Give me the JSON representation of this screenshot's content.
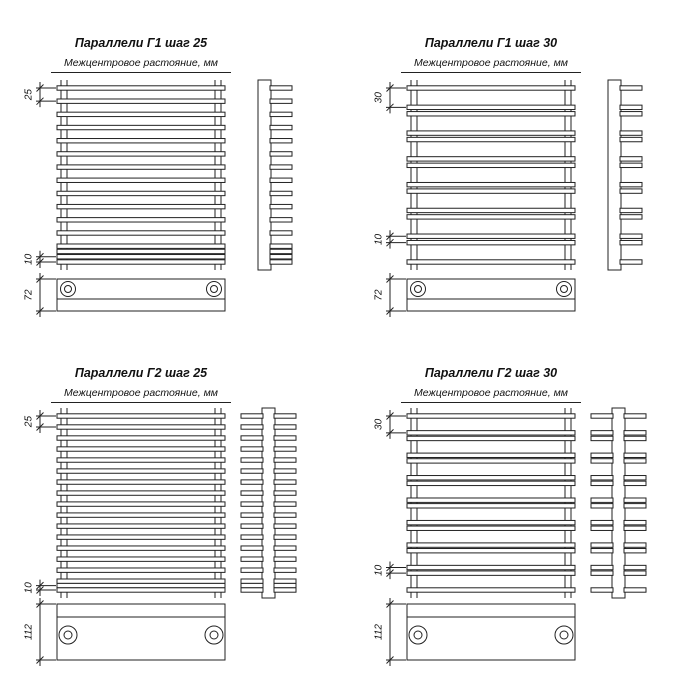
{
  "colors": {
    "ink": "#222222",
    "background": "#ffffff"
  },
  "panels": [
    {
      "id": "g1-25",
      "position": "top-left",
      "variant": "G1",
      "title": "Параллели Г1 шаг 25",
      "subtitle": "Межцентровое растояние, мм",
      "dim_step": "25",
      "dim_small": "10",
      "dim_base": "72",
      "bar_gaps_mm": [
        25,
        25,
        25,
        25,
        25,
        25,
        25,
        25,
        25,
        25,
        25,
        25,
        10,
        10,
        10
      ]
    },
    {
      "id": "g1-30",
      "position": "top-right",
      "variant": "G1",
      "title": "Параллели Г1 шаг 30",
      "subtitle": "Межцентровое растояние, мм",
      "dim_step": "30",
      "dim_small": "10",
      "dim_base": "72",
      "bar_gaps_mm": [
        30,
        10,
        30,
        10,
        30,
        10,
        30,
        10,
        30,
        10,
        30,
        10,
        30
      ]
    },
    {
      "id": "g2-25",
      "position": "bottom-left",
      "variant": "G2",
      "title": "Параллели Г2 шаг 25",
      "subtitle": "Межцентровое растояние, мм",
      "dim_step": "25",
      "dim_small": "10",
      "dim_base": "112",
      "bar_gaps_mm": [
        25,
        25,
        25,
        25,
        25,
        25,
        25,
        25,
        25,
        25,
        25,
        25,
        25,
        25,
        25,
        10,
        10
      ]
    },
    {
      "id": "g2-30",
      "position": "bottom-right",
      "variant": "G2",
      "title": "Параллели Г2 шаг 30",
      "subtitle": "Межцентровое растояние, мм",
      "dim_step": "30",
      "dim_small": "10",
      "dim_base": "112",
      "bar_gaps_mm": [
        30,
        10,
        30,
        10,
        30,
        10,
        30,
        10,
        30,
        10,
        30,
        10,
        30,
        10,
        30
      ]
    }
  ]
}
